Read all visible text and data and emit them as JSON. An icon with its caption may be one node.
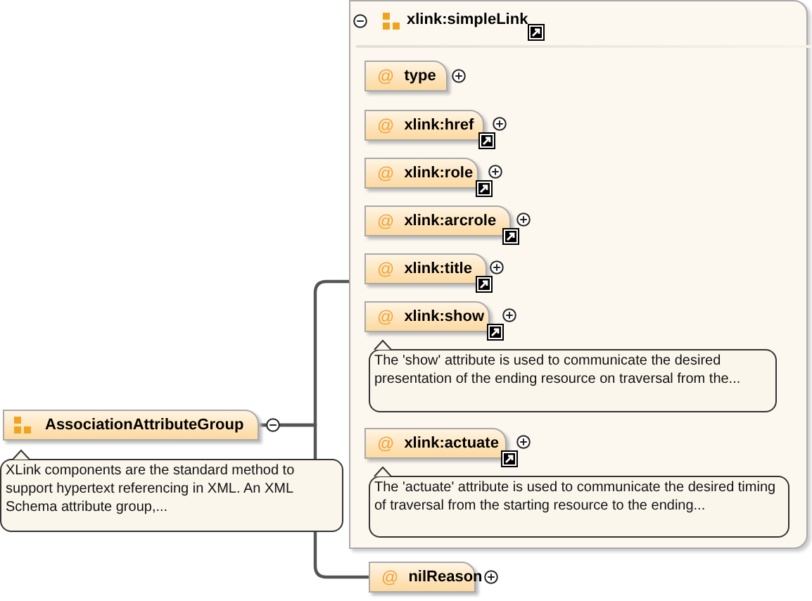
{
  "diagram": {
    "nodes": [
      {
        "text": [
          "AssociationAttributeGroup"
        ],
        "beside": [
          "XLink components are the standard method to support hypertext referencing in XML. An XML Schema attribute group,..."
        ]
      },
      {
        "text": [
          "xlink:simpleLink"
        ]
      },
      {
        "text": [
          "@",
          "type"
        ],
        "in": 1
      },
      {
        "text": [
          "@",
          "xlink:href"
        ],
        "in": 1
      },
      {
        "text": [
          "@",
          "xlink:role"
        ],
        "in": 1
      },
      {
        "text": [
          "@",
          "xlink:arcrole"
        ],
        "in": 1
      },
      {
        "text": [
          "@",
          "xlink:title"
        ],
        "in": 1
      },
      {
        "text": [
          "@",
          "xlink:show"
        ],
        "in": 1,
        "beside": [
          "The 'show' attribute is used to communicate the desired presentation of the ending resource on traversal from the..."
        ]
      },
      {
        "text": [
          "@",
          "xlink:actuate"
        ],
        "in": 1,
        "beside": [
          "The 'actuate' attribute is used to communicate the desired timing of traversal from the starting resource to the ending..."
        ]
      },
      {
        "text": [
          "@",
          "nilReason"
        ]
      }
    ],
    "edges": [
      {
        "from": 0,
        "to": 1,
        "arrow": "none"
      },
      {
        "from": 0,
        "to": 9,
        "arrow": "none"
      }
    ]
  }
}
